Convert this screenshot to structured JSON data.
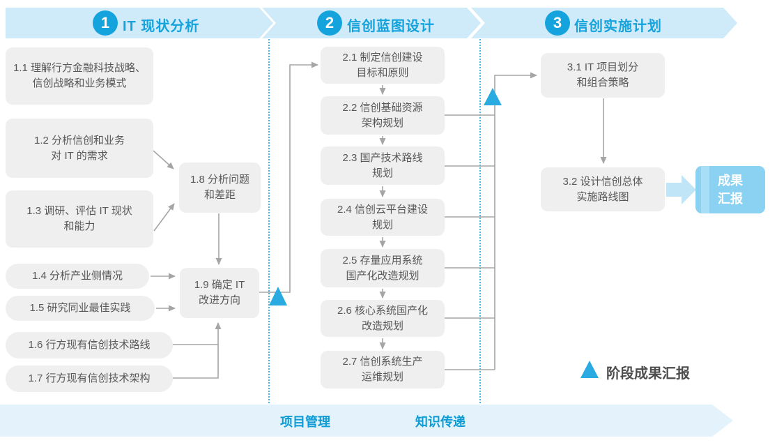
{
  "phases": [
    {
      "number": "1",
      "title": "IT 现状分析"
    },
    {
      "number": "2",
      "title": "信创蓝图设计"
    },
    {
      "number": "3",
      "title": "信创实施计划"
    }
  ],
  "nodes": {
    "p1_1": "1.1 理解行方金融科技战略、\n信创战略和业务模式",
    "p1_2": "1.2 分析信创和业务\n对 IT 的需求",
    "p1_3": "1.3 调研、评估 IT 现状\n和能力",
    "p1_4": "1.4 分析产业侧情况",
    "p1_5": "1.5 研究同业最佳实践",
    "p1_6": "1.6 行方现有信创技术路线",
    "p1_7": "1.7 行方现有信创技术架构",
    "p1_8": "1.8 分析问题\n和差距",
    "p1_9": "1.9 确定 IT\n改进方向",
    "p2_1": "2.1 制定信创建设\n目标和原则",
    "p2_2": "2.2 信创基础资源\n架构规划",
    "p2_3": "2.3 国产技术路线\n规划",
    "p2_4": "2.4 信创云平台建设\n规划",
    "p2_5": "2.5 存量应用系统\n国产化改造规划",
    "p2_6": "2.6 核心系统国产化\n改造规划",
    "p2_7": "2.7 信创系统生产\n运维规划",
    "p3_1": "3.1 IT 项目划分\n和组合策略",
    "p3_2": "3.2 设计信创总体\n实施路线图"
  },
  "result_box": "成果\n汇报",
  "legend": {
    "label": "阶段成果汇报"
  },
  "footer": {
    "labels": [
      "项目管理",
      "知识传递"
    ]
  },
  "colors": {
    "header_band": "#cfeaf8",
    "accent_blue": "#14a3dd",
    "milestone_triangle": "#29abe2",
    "node_background": "#efefef",
    "node_text": "#595757",
    "connector": "#a5a5a5",
    "result_box_background": "#8bd2f2",
    "result_arrow": "#bfe5f7",
    "footer_band": "#e4f3fb",
    "separator_dotted": "#45b9e6"
  }
}
